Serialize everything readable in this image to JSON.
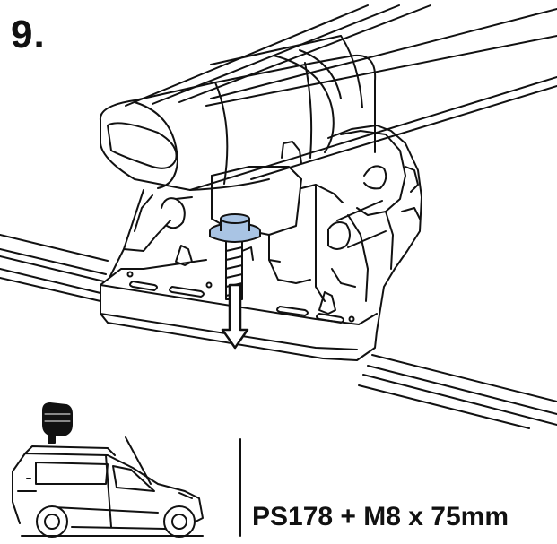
{
  "step": {
    "number": "9."
  },
  "part": {
    "label": "PS178 + M8 x 75mm"
  },
  "colors": {
    "line": "#111111",
    "bolt": "#a9c4e4",
    "background": "#ffffff"
  },
  "icons": [
    "roof-bar",
    "foot-bracket",
    "bolt",
    "arrow-down",
    "hand-pointer",
    "van"
  ]
}
